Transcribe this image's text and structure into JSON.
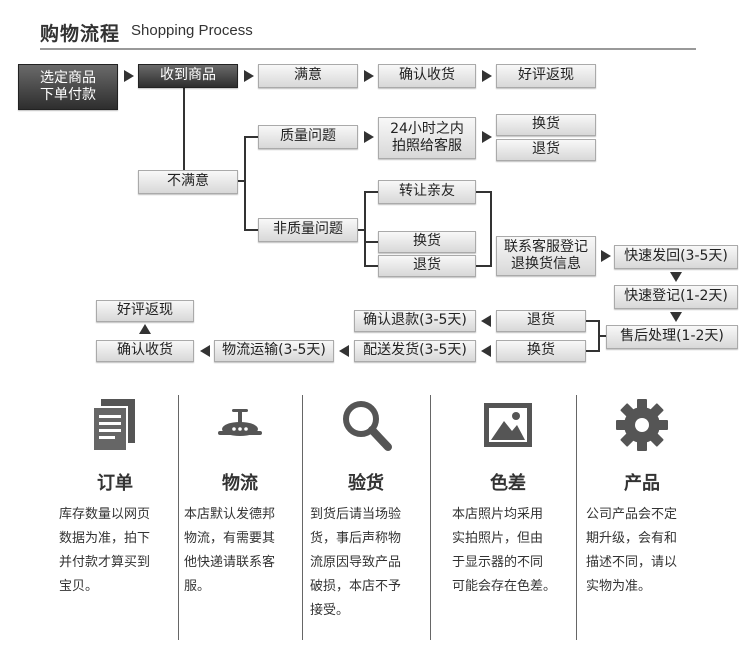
{
  "header": {
    "title_cn": "购物流程",
    "title_en": "Shopping Process"
  },
  "flow": {
    "select": [
      "选定商品",
      "下单付款"
    ],
    "receive": "收到商品",
    "satisfied": "满意",
    "confirm_top": "确认收货",
    "review_top": "好评返现",
    "unsatisfied": "不满意",
    "quality": "质量问题",
    "within24": [
      "24小时之内",
      "拍照给客服"
    ],
    "exchange1": "换货",
    "refund1": "退货",
    "nonquality": "非质量问题",
    "transfer": "转让亲友",
    "exchange2": "换货",
    "refund2": "退货",
    "contact": [
      "联系客服登记",
      "退换货信息"
    ],
    "quick_return": "快速发回(3-5天)",
    "quick_register": "快速登记(1-2天)",
    "after_sales": "售后处理(1-2天)",
    "refund3": "退货",
    "exchange3": "换货",
    "confirm_refund": "确认退款(3-5天)",
    "delivery": "配送发货(3-5天)",
    "logistics": "物流运输(3-5天)",
    "confirm_bottom": "确认收货",
    "review_bottom": "好评返现"
  },
  "info": [
    {
      "icon": "order-document-icon",
      "title": "订单",
      "desc": "库存数量以网页\n数据为准，拍下\n并付款才算买到\n宝贝。"
    },
    {
      "icon": "airplane-icon",
      "title": "物流",
      "desc": "本店默认发德邦\n物流，有需要其\n他快递请联系客\n服。"
    },
    {
      "icon": "magnifier-icon",
      "title": "验货",
      "desc": "到货后请当场验\n货，事后声称物\n流原因导致产品\n破损，本店不予\n接受。"
    },
    {
      "icon": "picture-icon",
      "title": "色差",
      "desc": "本店照片均采用\n实拍照片，但由\n于显示器的不同\n可能会存在色差。"
    },
    {
      "icon": "gear-icon",
      "title": "产品",
      "desc": "公司产品会不定\n期升级，会有和\n描述不同，请以\n实物为准。"
    }
  ]
}
